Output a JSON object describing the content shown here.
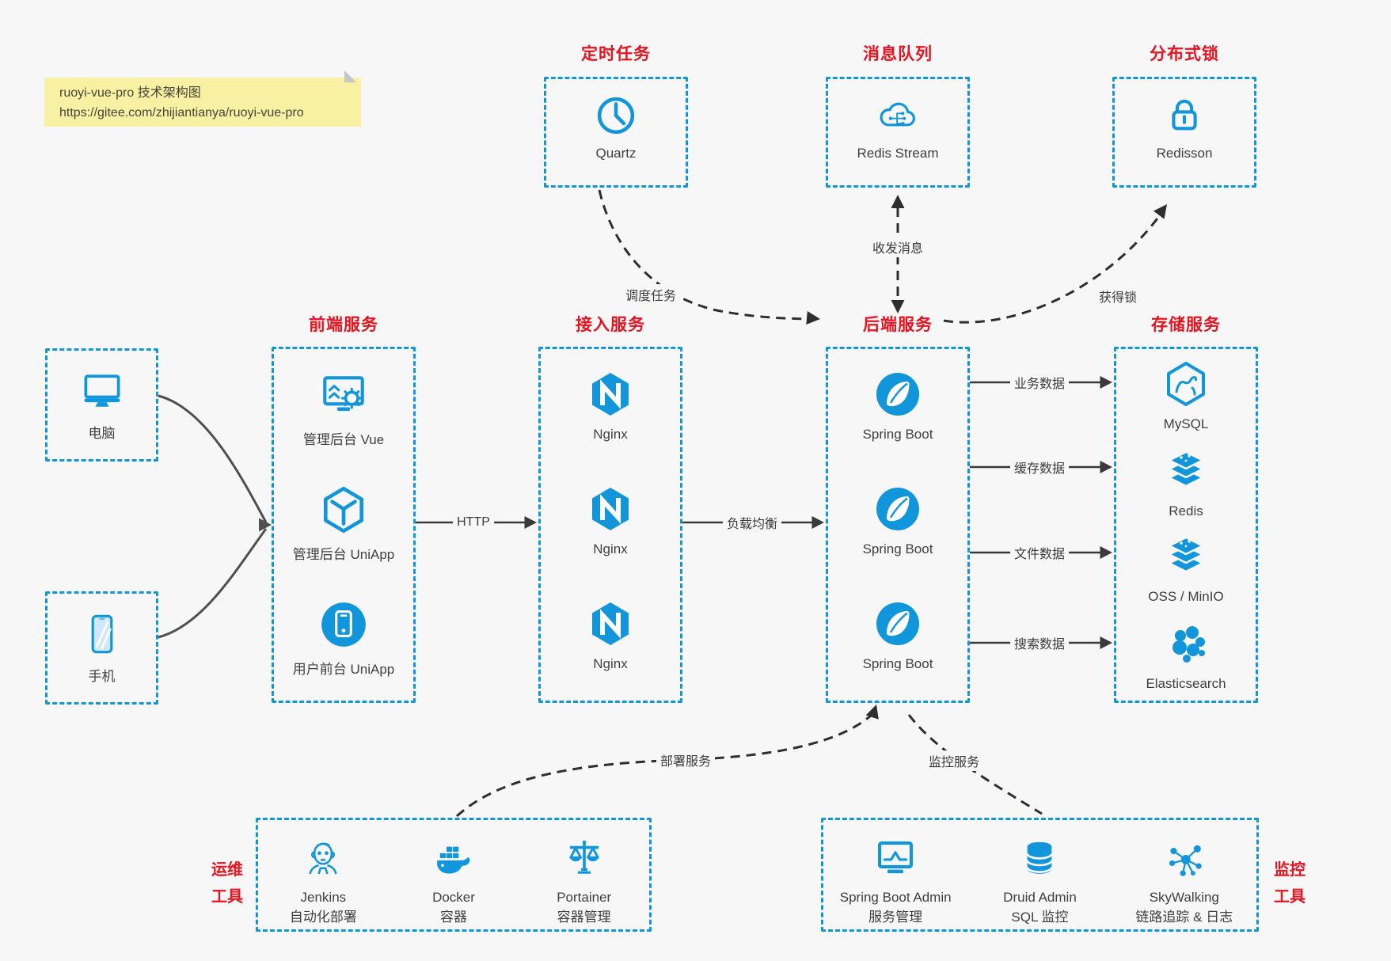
{
  "colors": {
    "blue": "#1296db",
    "red": "#e7131f",
    "bg": "#f7f7f8",
    "ink": "#3f3f3f",
    "arrow": "#3a3a3a",
    "dash": "#2e2e2e",
    "note": "#f8f0a3"
  },
  "note": {
    "line1": "ruoyi-vue-pro 技术架构图",
    "line2": "https://gitee.com/zhijiantianya/ruoyi-vue-pro"
  },
  "top_sections": [
    {
      "title": "定时任务",
      "label": "Quartz",
      "icon": "clock-icon"
    },
    {
      "title": "消息队列",
      "label": "Redis Stream",
      "icon": "cloud-stream-icon"
    },
    {
      "title": "分布式锁",
      "label": "Redisson",
      "icon": "lock-icon"
    }
  ],
  "clients": [
    {
      "label": "电脑",
      "icon": "desktop-icon"
    },
    {
      "label": "手机",
      "icon": "phone-icon"
    }
  ],
  "columns": [
    {
      "title": "前端服务",
      "items": [
        {
          "label": "管理后台 Vue",
          "icon": "admin-vue-icon"
        },
        {
          "label": "管理后台 UniApp",
          "icon": "uniapp-cube-icon"
        },
        {
          "label": "用户前台 UniApp",
          "icon": "user-app-icon"
        }
      ]
    },
    {
      "title": "接入服务",
      "items": [
        {
          "label": "Nginx",
          "icon": "nginx-icon"
        },
        {
          "label": "Nginx",
          "icon": "nginx-icon"
        },
        {
          "label": "Nginx",
          "icon": "nginx-icon"
        }
      ]
    },
    {
      "title": "后端服务",
      "items": [
        {
          "label": "Spring Boot",
          "icon": "spring-icon"
        },
        {
          "label": "Spring Boot",
          "icon": "spring-icon"
        },
        {
          "label": "Spring Boot",
          "icon": "spring-icon"
        }
      ]
    },
    {
      "title": "存储服务",
      "items": [
        {
          "label": "MySQL",
          "icon": "mysql-icon"
        },
        {
          "label": "Redis",
          "icon": "redis-stack-icon"
        },
        {
          "label": "OSS / MinIO",
          "icon": "oss-stack-icon"
        },
        {
          "label": "Elasticsearch",
          "icon": "elasticsearch-icon"
        }
      ]
    }
  ],
  "edges": {
    "http": "HTTP",
    "load_balance": "负载均衡",
    "storage_labels": [
      "业务数据",
      "缓存数据",
      "文件数据",
      "搜索数据"
    ],
    "schedule": "调度任务",
    "message": "收发消息",
    "lock": "获得锁",
    "deploy": "部署服务",
    "monitor": "监控服务"
  },
  "ops": {
    "side": [
      "运维",
      "工具"
    ],
    "items": [
      {
        "line1": "Jenkins",
        "line2": "自动化部署",
        "icon": "jenkins-icon"
      },
      {
        "line1": "Docker",
        "line2": "容器",
        "icon": "docker-icon"
      },
      {
        "line1": "Portainer",
        "line2": "容器管理",
        "icon": "portainer-icon"
      }
    ]
  },
  "monitoring": {
    "side": [
      "监控",
      "工具"
    ],
    "items": [
      {
        "line1": "Spring Boot Admin",
        "line2": "服务管理",
        "icon": "sb-admin-icon"
      },
      {
        "line1": "Druid Admin",
        "line2": "SQL 监控",
        "icon": "druid-icon"
      },
      {
        "line1": "SkyWalking",
        "line2": "链路追踪 & 日志",
        "icon": "skywalking-icon"
      }
    ]
  }
}
